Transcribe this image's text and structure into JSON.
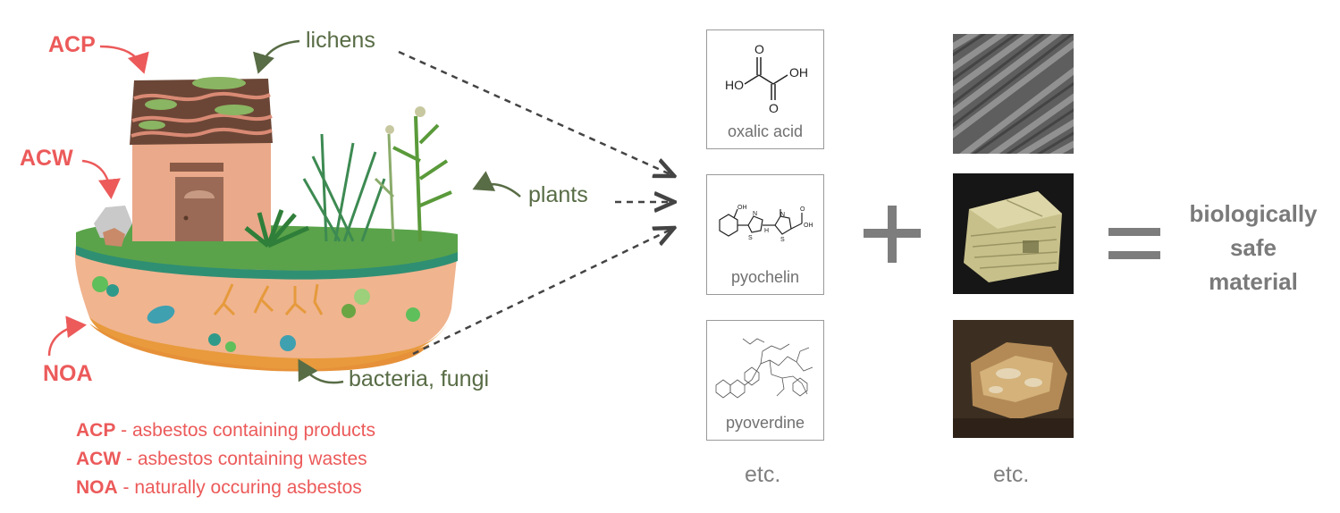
{
  "left_labels": {
    "acp": "ACP",
    "acw": "ACW",
    "noa": "NOA",
    "lichens": "lichens",
    "plants": "plants",
    "microbes": "bacteria, fungi"
  },
  "legend": [
    {
      "abbr": "ACP",
      "text": " - asbestos containing products"
    },
    {
      "abbr": "ACW",
      "text": " - asbestos containing wastes"
    },
    {
      "abbr": "NOA",
      "text": " - naturally occuring asbestos"
    }
  ],
  "molecules": [
    {
      "name": "oxalic acid",
      "atoms": [
        "HO",
        "OH",
        "O",
        "O"
      ]
    },
    {
      "name": "pyochelin",
      "atoms": [
        "OH",
        "N",
        "S",
        "H",
        "N",
        "S",
        "OH",
        "O"
      ]
    },
    {
      "name": "pyoverdine"
    }
  ],
  "etc_left": "etc.",
  "etc_right": "etc.",
  "plus": "+",
  "equals": "=",
  "result": [
    "biologically",
    "safe",
    "material"
  ],
  "colors": {
    "label_red": "#ec5a5a",
    "label_green": "#586c45",
    "operator_gray": "#7d7d7d",
    "result_gray": "#7a7a7a"
  }
}
